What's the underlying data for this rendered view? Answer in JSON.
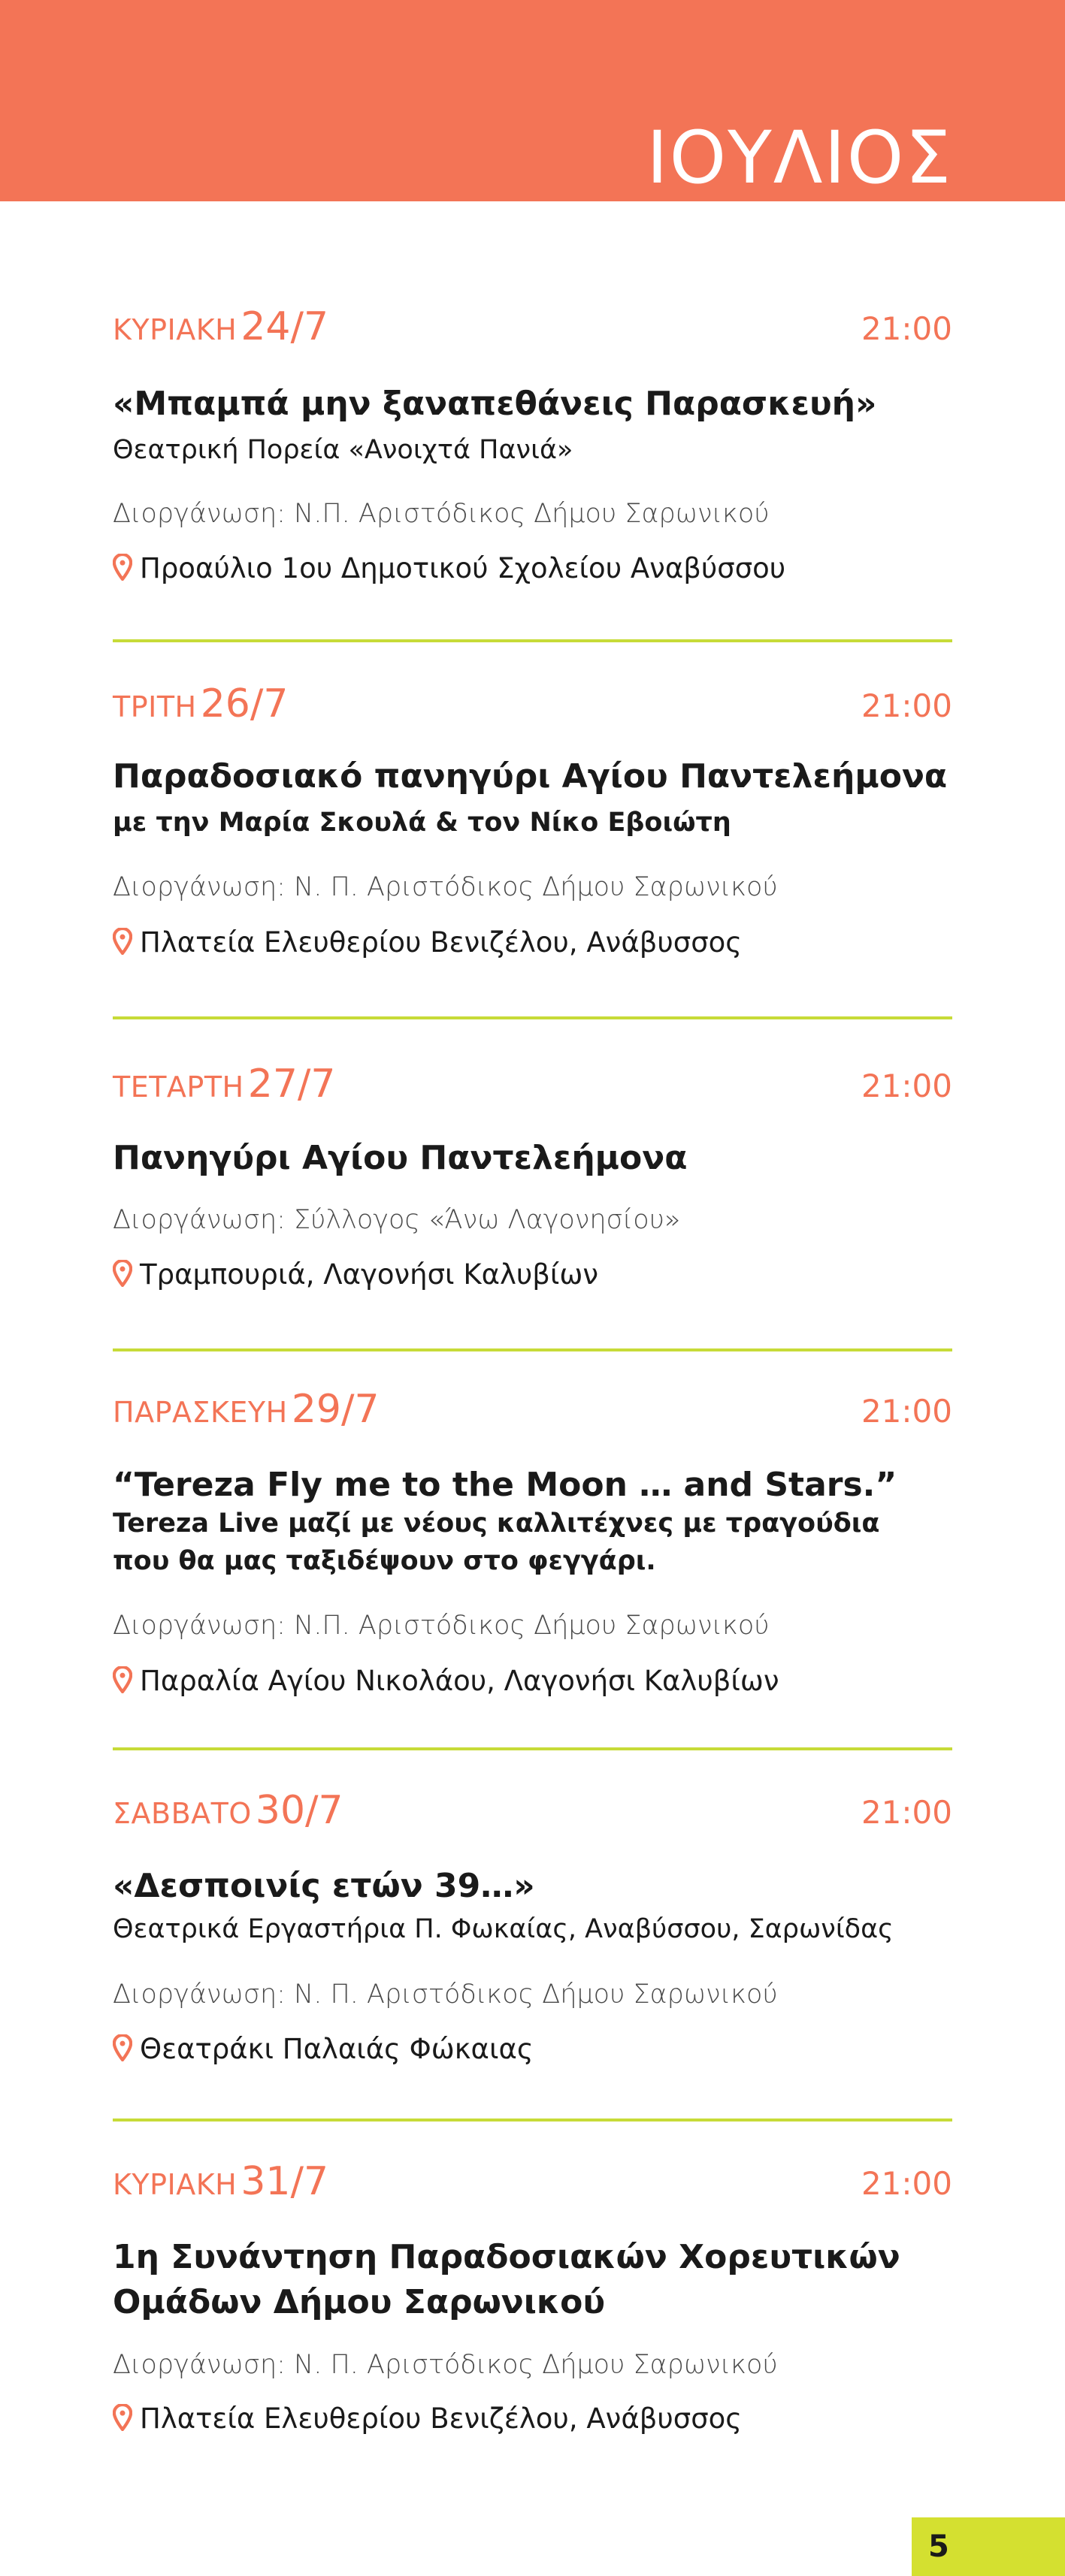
{
  "header": {
    "month": "ΙΟΥΛΙΟΣ"
  },
  "events": [
    {
      "day_name": "ΚΥΡΙΑΚΗ",
      "date": "24/7",
      "time": "21:00",
      "title": "«Μπαμπά μην ξαναπεθάνεις Παρασκευή»",
      "subtitle": "Θεατρική Πορεία «Ανοιχτά Πανιά»",
      "organizer": "Διοργάνωση:  Ν.Π. Αριστόδικος Δήμου Σαρωνικού",
      "location": "Προαύλιο 1ου Δημοτικού Σχολείου Αναβύσσου"
    },
    {
      "day_name": "ΤΡΙΤΗ",
      "date": "26/7",
      "time": "21:00",
      "title": "Παραδοσιακό πανηγύρι Αγίου Παντελεήμονα",
      "subtitle": "με την Μαρία Σκουλά & τον Νίκο Εβοιώτη",
      "organizer": "Διοργάνωση: Ν. Π. Αριστόδικος Δήμου Σαρωνικού",
      "location": "Πλατεία Ελευθερίου Βενιζέλου, Ανάβυσσος"
    },
    {
      "day_name": "ΤΕΤΑΡΤΗ",
      "date": "27/7",
      "time": "21:00",
      "title": "Πανηγύρι Αγίου Παντελεήμονα",
      "organizer": "Διοργάνωση: Σύλλογος «Άνω Λαγονησίου»",
      "location": "Τραμπουριά, Λαγονήσι Καλυβίων"
    },
    {
      "day_name": "ΠΑΡΑΣΚΕΥΗ",
      "date": "29/7",
      "time": "21:00",
      "title": "“Tereza Fly me to the Moon … and Stars.”",
      "subtitle_line1": "Tereza Live μαζί με νέους καλλιτέχνες με τραγούδια",
      "subtitle_line2": "που θα μας ταξιδέψουν στο φεγγάρι.",
      "organizer": "Διοργάνωση: Ν.Π. Αριστόδικος Δήμου Σαρωνικού",
      "location": "Παραλία Αγίου Νικολάου, Λαγονήσι Καλυβίων"
    },
    {
      "day_name": "ΣΑΒΒΑΤΟ",
      "date": "30/7",
      "time": "21:00",
      "title": "«Δεσποινίς ετών 39…»",
      "subtitle": "Θεατρικά Εργαστήρια Π. Φωκαίας, Αναβύσσου, Σαρωνίδας",
      "organizer": "Διοργάνωση: Ν. Π. Αριστόδικος Δήμου Σαρωνικού",
      "location": "Θεατράκι Παλαιάς Φώκαιας"
    },
    {
      "day_name": "ΚΥΡΙΑΚΗ",
      "date": "31/7",
      "time": "21:00",
      "title_line1": "1η Συνάντηση Παραδοσιακών Χορευτικών",
      "title_line2": "Ομάδων Δήμου Σαρωνικού",
      "organizer": "Διοργάνωση: Ν. Π. Αριστόδικος Δήμου Σαρωνικού",
      "location": "Πλατεία Ελευθερίου Βενιζέλου, Ανάβυσσος"
    }
  ],
  "footer": {
    "page_number": "5"
  },
  "colors": {
    "accent": "#f37456",
    "divider": "#c7db38",
    "page_box": "#d4e030"
  }
}
